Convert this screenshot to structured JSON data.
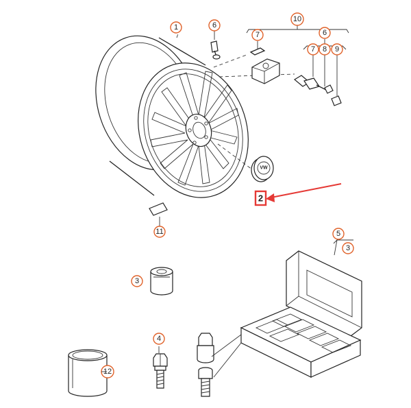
{
  "callouts": {
    "wheel_rim": "1",
    "center_cap": "2",
    "wheel_lock_adapter": "3",
    "wheel_bolt": "4",
    "lock_set": "5",
    "lock_set_part": "3",
    "valve_group": "6",
    "valve_group_upper": "6",
    "valve_insert": "7",
    "valve_insert_upper": "7",
    "valve_nut": "8",
    "valve_cap": "9",
    "tpms_group": "10",
    "balance_weight": "11",
    "paint_tin": "12"
  },
  "emblem": {
    "letters": "VW"
  },
  "colors": {
    "callout_ring": "#e0622a",
    "highlight": "#e53935",
    "line": "#222222"
  }
}
